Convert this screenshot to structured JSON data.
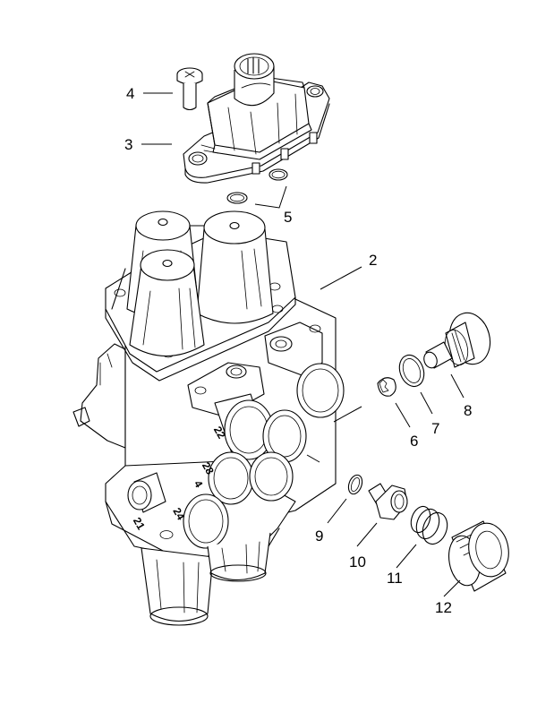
{
  "diagram": {
    "type": "exploded-parts-view",
    "subject": "valve assembly",
    "callouts": [
      {
        "id": "2",
        "label": "2",
        "part": "valve body"
      },
      {
        "id": "3",
        "label": "3",
        "part": "connector housing"
      },
      {
        "id": "4",
        "label": "4",
        "part": "screw"
      },
      {
        "id": "5",
        "label": "5",
        "part": "o-rings"
      },
      {
        "id": "6",
        "label": "6",
        "part": "cap"
      },
      {
        "id": "7",
        "label": "7",
        "part": "sealing ring"
      },
      {
        "id": "8",
        "label": "8",
        "part": "plug"
      },
      {
        "id": "9",
        "label": "9",
        "part": "o-ring"
      },
      {
        "id": "10",
        "label": "10",
        "part": "insert"
      },
      {
        "id": "11",
        "label": "11",
        "part": "spring"
      },
      {
        "id": "12",
        "label": "12",
        "part": "threaded sleeve"
      }
    ],
    "port_markings": [
      "22",
      "28",
      "24",
      "21",
      "4"
    ],
    "colors": {
      "line": "#000000",
      "background": "#ffffff"
    }
  }
}
